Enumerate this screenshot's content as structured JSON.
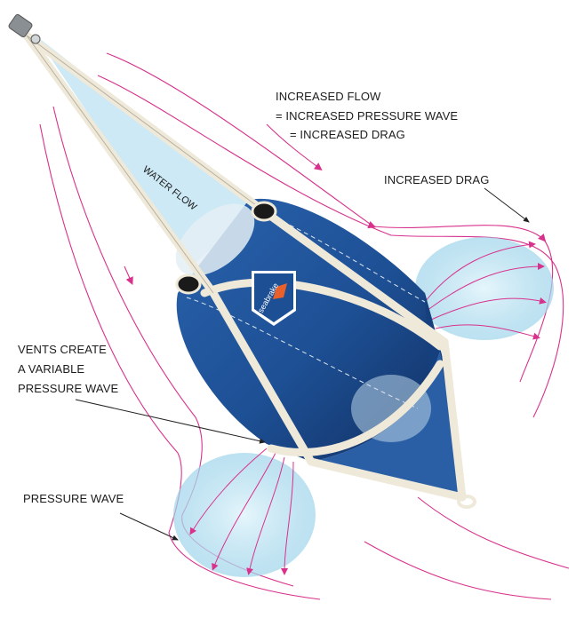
{
  "labels": {
    "increased_flow": [
      "INCREASED FLOW",
      "= INCREASED PRESSURE WAVE",
      "= INCREASED DRAG"
    ],
    "increased_drag": "INCREASED DRAG",
    "water_flow": "WATER FLOW",
    "vents": [
      "VENTS CREATE",
      "A VARIABLE",
      "PRESSURE WAVE"
    ],
    "pressure_wave": "PRESSURE WAVE"
  },
  "brand": {
    "logo_text": "seabrake"
  },
  "colors": {
    "cone_blue": "#1d4f94",
    "cone_dark": "#0f2c5c",
    "strap": "#efe9da",
    "flow_line": "#d8328c",
    "water": "#a8d9ec",
    "logo_orange": "#e8602c"
  }
}
